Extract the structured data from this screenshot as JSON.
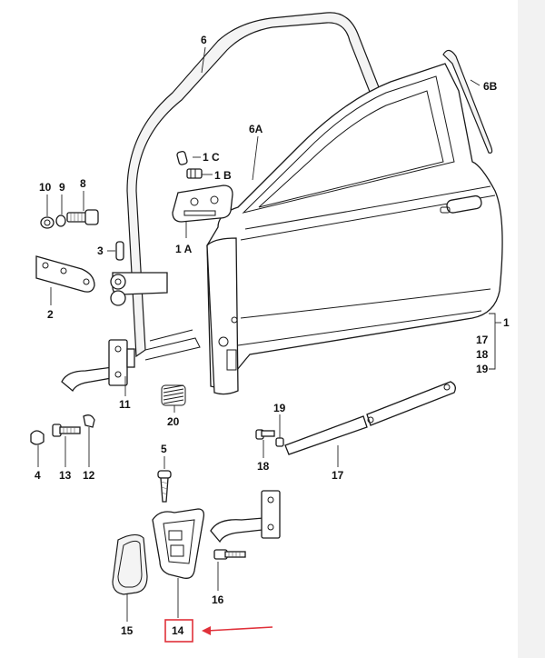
{
  "diagram": {
    "labels": {
      "p6": "6",
      "p6a": "6A",
      "p6b": "6B",
      "p1c": "1 C",
      "p1b": "1 B",
      "p1a": "1 A",
      "p10": "10",
      "p9": "9",
      "p8": "8",
      "p3": "3",
      "p2": "2",
      "p1": "1",
      "p17a": "17",
      "p18a": "18",
      "p19a": "19",
      "p11": "11",
      "p20": "20",
      "p19": "19",
      "p18": "18",
      "p17": "17",
      "p4": "4",
      "p13": "13",
      "p12": "12",
      "p5": "5",
      "p16": "16",
      "p15": "15",
      "p14": "14"
    },
    "highlight_color": "#e0313a"
  }
}
